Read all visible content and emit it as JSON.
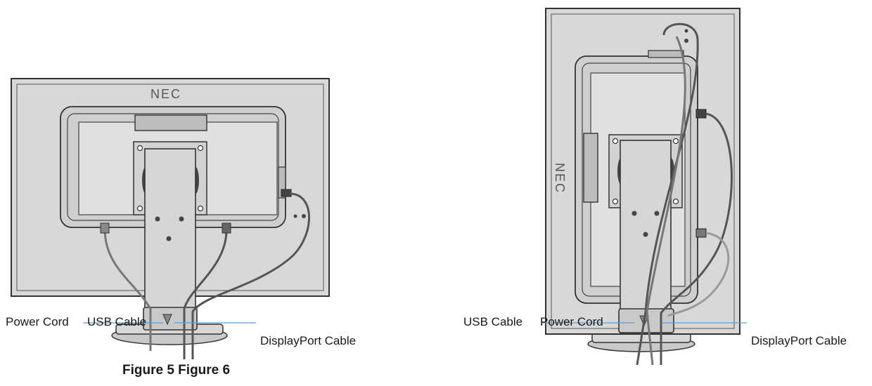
{
  "figure5": {
    "brand": "NEC",
    "labels": {
      "power_cord": "Power Cord",
      "usb_cable": "USB Cable",
      "displayport_cable": "DisplayPort Cable"
    }
  },
  "figure6": {
    "brand": "NEC",
    "labels": {
      "usb_cable": "USB Cable",
      "power_cord": "Power Cord",
      "displayport_cable": "DisplayPort Cable"
    }
  },
  "caption": "Figure 5 Figure 6",
  "colors": {
    "outline": "#333333",
    "panel_fill": "#d6d6d6",
    "panel_fill_light": "#e2e2e2",
    "stand_fill": "#cfcfcf",
    "leader_line": "#5a9ecf"
  }
}
